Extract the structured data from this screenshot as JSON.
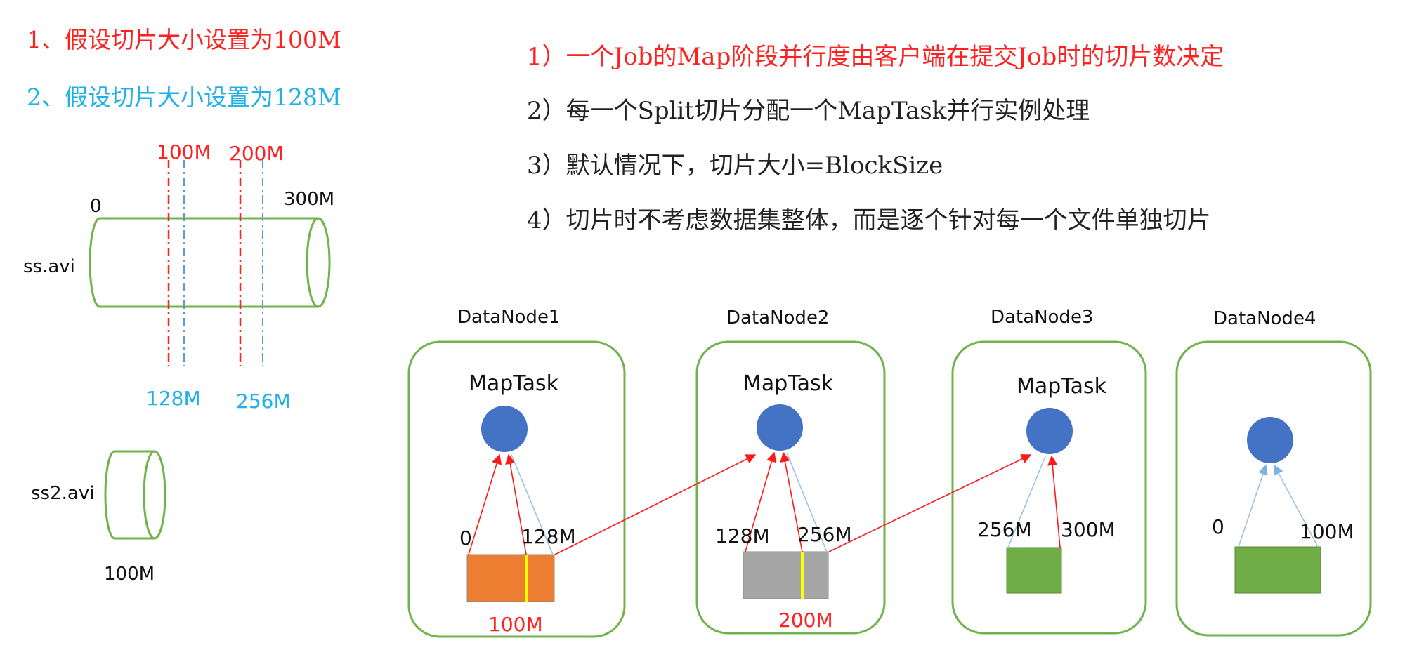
{
  "colors": {
    "red": "#ff2020",
    "blue": "#1fb0ea",
    "dark": "#222222",
    "green_outline": "#70b34a",
    "circle": "#4472c4",
    "orange": "#ed7d31",
    "gray": "#a6a6a6",
    "green_fill": "#70ad47",
    "yellow": "#ffff00",
    "arrow_red": "#ff1a1a",
    "arrow_blue": "#9cc3e5"
  },
  "assumptions": [
    "1、假设切片大小设置为100M",
    "2、假设切片大小设置为128M"
  ],
  "rules": [
    "1）一个Job的Map阶段并行度由客户端在提交Job时的切片数决定",
    "2）每一个Split切片分配一个MapTask并行实例处理",
    "3）默认情况下，切片大小=BlockSize",
    "4）切片时不考虑数据集整体，而是逐个针对每一个文件单独切片"
  ],
  "file1": {
    "name": "ss.avi",
    "start": "0",
    "end": "300M",
    "red_marks": [
      "100M",
      "200M"
    ],
    "blue_marks": [
      "128M",
      "256M"
    ]
  },
  "file2": {
    "name": "ss2.avi",
    "size": "100M"
  },
  "nodes": [
    {
      "name": "DataNode1",
      "task": "MapTask",
      "left_label": "0",
      "right_label": "128M",
      "bottom_label": "100M"
    },
    {
      "name": "DataNode2",
      "task": "MapTask",
      "left_label": "128M",
      "right_label": "256M",
      "bottom_label": "200M"
    },
    {
      "name": "DataNode3",
      "task": "MapTask",
      "left_label": "256M",
      "right_label": "300M",
      "bottom_label": ""
    },
    {
      "name": "DataNode4",
      "task": "",
      "left_label": "0",
      "right_label": "100M",
      "bottom_label": ""
    }
  ]
}
